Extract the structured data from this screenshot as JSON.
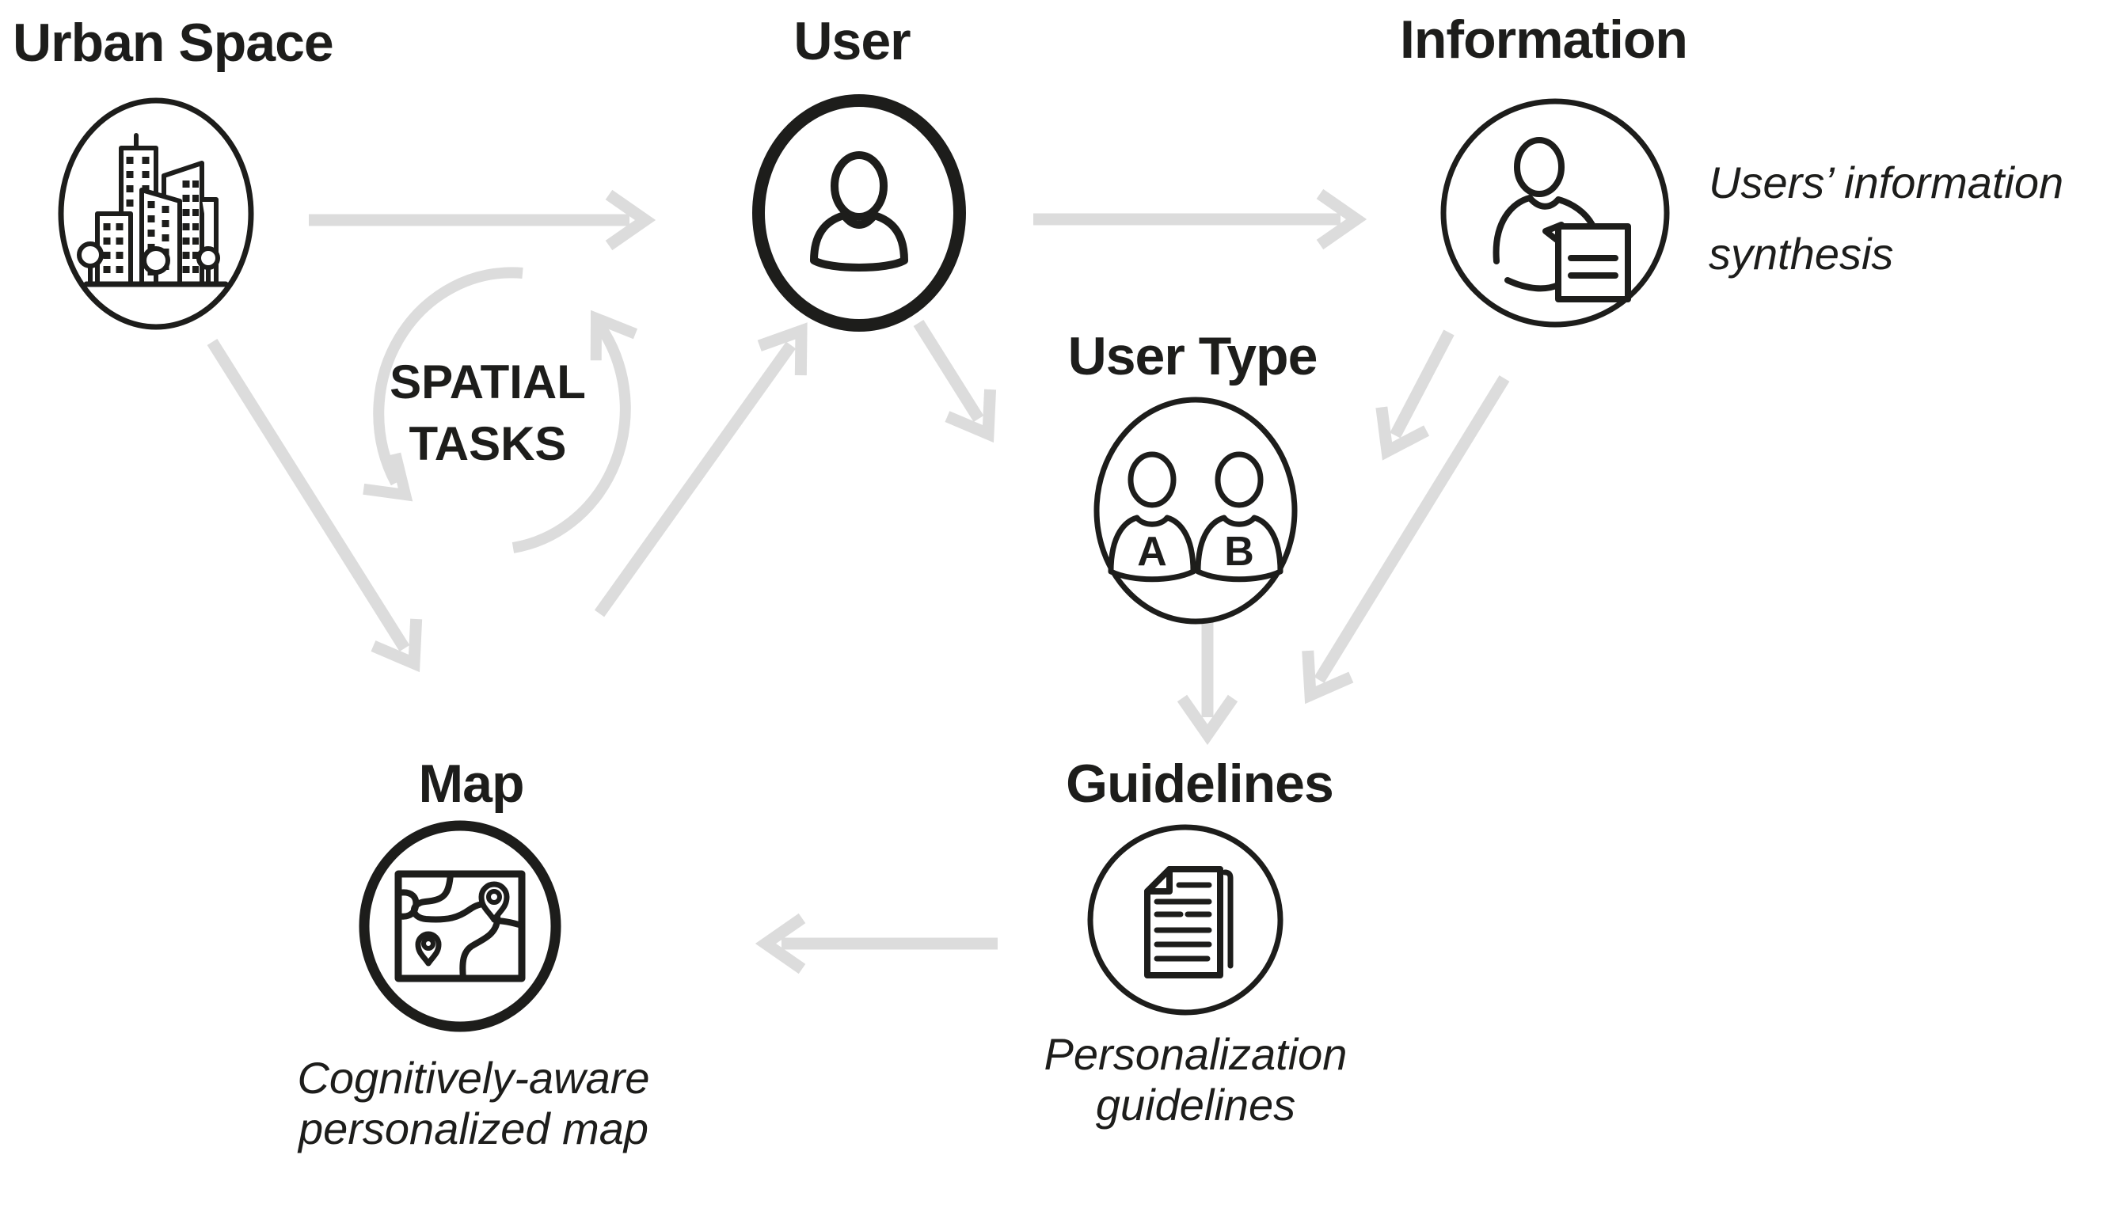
{
  "colors": {
    "ink": "#1d1d1b",
    "arrow_gray": "#dcdcdc",
    "background": "#ffffff"
  },
  "nodes": {
    "urban_space": {
      "label": "Urban Space",
      "icon": "city-buildings-icon"
    },
    "user": {
      "label": "User",
      "icon": "person-icon"
    },
    "information": {
      "label": "Information",
      "icon": "person-document-icon",
      "caption_line1": "Users’ information",
      "caption_line2": "synthesis"
    },
    "user_type": {
      "label": "User Type",
      "icon": "two-users-icon",
      "badge_a": "A",
      "badge_b": "B"
    },
    "map": {
      "label": "Map",
      "icon": "map-pins-icon",
      "caption_line1": "Cognitively-aware",
      "caption_line2": "personalized map"
    },
    "guidelines": {
      "label": "Guidelines",
      "icon": "document-icon",
      "caption_line1": "Personalization",
      "caption_line2": "guidelines"
    },
    "spatial_tasks": {
      "label_line1": "SPATIAL",
      "label_line2": "TASKS",
      "icon": "cycle-arrows-icon"
    }
  }
}
